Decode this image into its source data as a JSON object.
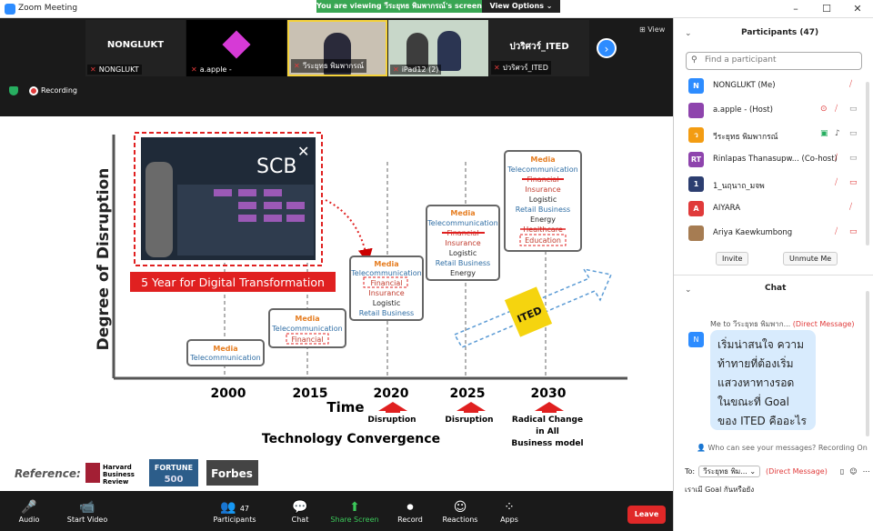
{
  "window": {
    "title": "Zoom Meeting",
    "controls": [
      "–",
      "☐",
      "✕"
    ]
  },
  "banner": {
    "viewing": "You are viewing วีระยุทธ พิมพากรณ์'s screen",
    "view_options": "View Options ⌄"
  },
  "videos": [
    {
      "big": "NONGLUKT",
      "label": "NONGLUKT"
    },
    {
      "big": "",
      "label": "a.apple -"
    },
    {
      "big": "",
      "label": "วีระยุทธ พิมพากรณ์"
    },
    {
      "big": "",
      "label": "iPad12 (2)"
    },
    {
      "big": "ปวริศวร์_ITED",
      "label": "ปวริศวร์_ITED"
    }
  ],
  "view_label": "⊞ View",
  "recording": "Recording",
  "slide": {
    "ylabel": "Degree  of  Disruption",
    "xlabel": "Time",
    "subtitle": "Technology Convergence",
    "banner": "5 Year for Digital Transformation",
    "years": [
      "2000",
      "2015",
      "2020",
      "2025",
      "2030"
    ],
    "arrow_labels": [
      "Disruption",
      "Disruption",
      "Radical Change",
      "in All",
      "Business model"
    ],
    "box2000": [
      "Media",
      "Telecommunication"
    ],
    "box2015": [
      "Media",
      "Telecommunication",
      "Financial"
    ],
    "box2020": [
      "Media",
      "Telecommunication",
      "Financial",
      "Insurance",
      "Logistic",
      "Retail Business"
    ],
    "box2025": [
      "Media",
      "Telecommunication",
      "Financial",
      "Insurance",
      "Logistic",
      "Retail Business",
      "Energy"
    ],
    "box2030": [
      "Media",
      "Telecommunication",
      "Financial",
      "Insurance",
      "Logistic",
      "Retail Business",
      "Energy",
      "Healthcare",
      "Education"
    ],
    "reference": "Reference:",
    "logos": [
      "Harvard",
      "Business",
      "Review",
      "FORTUNE",
      "500",
      "Forbes"
    ],
    "scb": "SCB",
    "ited": "ITED"
  },
  "toolbar": [
    {
      "label": "Audio",
      "icon": "🎤"
    },
    {
      "label": "Start Video",
      "icon": "📹"
    },
    {
      "label": "Participants",
      "icon": "👥",
      "count": "47"
    },
    {
      "label": "Chat",
      "icon": "💬"
    },
    {
      "label": "Share Screen",
      "icon": "⬆"
    },
    {
      "label": "Record",
      "icon": "⏺"
    },
    {
      "label": "Reactions",
      "icon": "☺"
    },
    {
      "label": "Apps",
      "icon": "⁘"
    }
  ],
  "leave": "Leave",
  "panel": {
    "participants_title": "Participants (47)",
    "search_placeholder": "Find a participant",
    "participants": [
      {
        "initial": "N",
        "color": "#2d8cff",
        "name": "NONGLUKT (Me)"
      },
      {
        "initial": "",
        "color": "#8e44ad",
        "name": "a.apple - (Host)"
      },
      {
        "initial": "ว",
        "color": "#f39c12",
        "name": "วีระยุทธ พิมพากรณ์"
      },
      {
        "initial": "RT",
        "color": "#8e44ad",
        "name": "Rinlapas Thanasupw... (Co-host)"
      },
      {
        "initial": "1",
        "color": "#2c3e70",
        "name": "1_นฤนาถ_มจพ"
      },
      {
        "initial": "A",
        "color": "#e03a3a",
        "name": "AIYARA"
      },
      {
        "initial": "",
        "color": "#a67c52",
        "name": "Ariya Kaewkumbong"
      }
    ],
    "invite": "Invite",
    "unmute_me": "Unmute Me",
    "chat_title": "Chat",
    "chat_from": "Me to วีระยุทธ พิมพาก...",
    "chat_dm": "(Direct Message)",
    "chat_msg": "เริ่มน่าสนใจ ความท้าทายที่ต้องเริ่มแสวงหาทางรอด ในขณะที่ Goal ของ ITED คืออะไร",
    "who_can_see": "Who can see your messages? Recording On",
    "to_label": "To:",
    "to_target": "วีระยุทธ พิม... ⌄",
    "to_dm": "(Direct Message)",
    "input_text": "เราเมี Goal กันหรือยัง"
  }
}
